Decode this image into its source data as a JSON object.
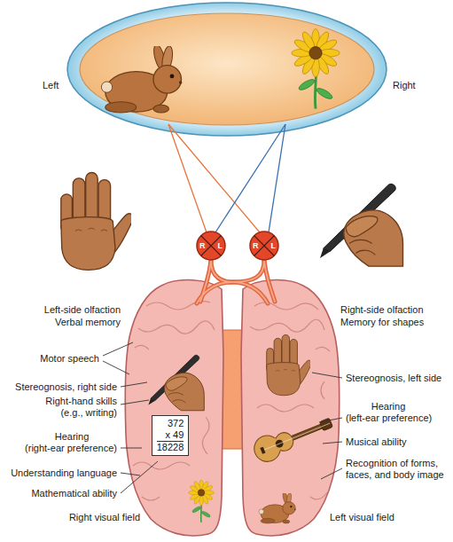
{
  "diagram": {
    "nodes": [
      {
        "text": [
          "R",
          "L"
        ]
      },
      {
        "text": [
          "R",
          "L"
        ]
      },
      {
        "text": [
          "372",
          "x 49",
          "18228"
        ]
      }
    ],
    "labels": [
      "Left",
      "Right",
      "Left-side olfaction",
      "Verbal memory",
      "Motor speech",
      "Stereognosis, right side",
      "Right-hand skills",
      "(e.g., writing)",
      "Hearing",
      "(right-ear preference)",
      "Understanding language",
      "Mathematical ability",
      "Right visual field",
      "Right-side olfaction",
      "Memory for shapes",
      "Stereognosis, left side",
      "Hearing",
      "(left-ear preference)",
      "Musical ability",
      "Recognition of forms, faces, and body image",
      "Left visual field"
    ]
  }
}
